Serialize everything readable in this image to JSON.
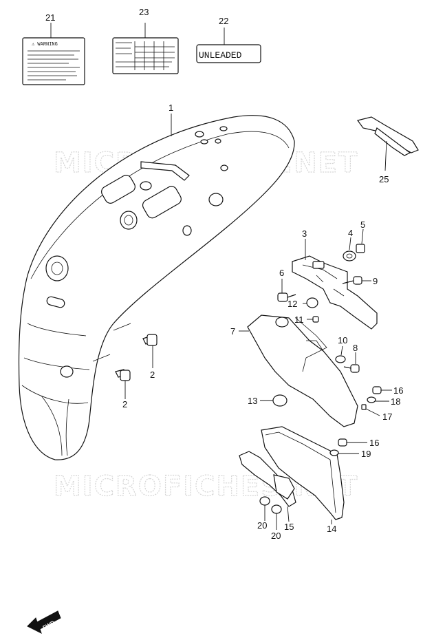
{
  "labels": {
    "warning_header": "⚠ WARNING",
    "unleaded": "UNLEADED",
    "fwd": "FWD"
  },
  "watermarks": [
    "MICROFICHES.NET",
    "MICROFICHES.NET"
  ],
  "callouts": {
    "p1": "1",
    "p2a": "2",
    "p2b": "2",
    "p3": "3",
    "p4": "4",
    "p5": "5",
    "p6": "6",
    "p7": "7",
    "p8": "8",
    "p9": "9",
    "p10": "10",
    "p11": "11",
    "p12": "12",
    "p13": "13",
    "p14": "14",
    "p15": "15",
    "p16a": "16",
    "p16b": "16",
    "p17": "17",
    "p18": "18",
    "p19": "19",
    "p20a": "20",
    "p20b": "20",
    "p21": "21",
    "p22": "22",
    "p23": "23",
    "p25": "25"
  },
  "colors": {
    "line": "#111111",
    "watermark": "#d4d4d4",
    "background": "#ffffff"
  }
}
